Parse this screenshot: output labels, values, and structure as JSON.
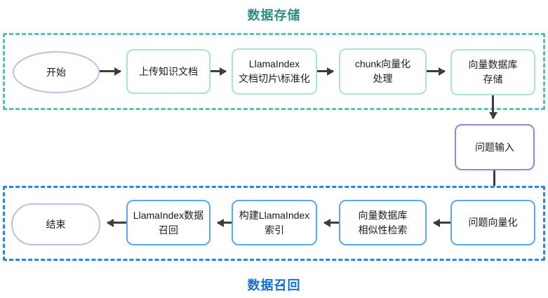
{
  "titles": {
    "storage": "数据存储",
    "recall": "数据召回"
  },
  "colors": {
    "storage_container_border": "#52c4b4",
    "storage_title": "#2e8c80",
    "storage_node_border": "#a9e3d8",
    "recall_container_border": "#1e88f0",
    "recall_title": "#1171d2",
    "recall_node_border": "#57a9f8",
    "terminal_node_border": "#b6c2e1",
    "question_input_border": "#9c80dd",
    "arrow": "#3d3d3d",
    "node_text": "#1b1b1b",
    "background": "#ffffff"
  },
  "storage_flow": {
    "direction": "left-to-right",
    "nodes": [
      {
        "id": "start",
        "shape": "ellipse",
        "label": "开始"
      },
      {
        "id": "upload-docs",
        "shape": "rect",
        "label": "上传知识文档"
      },
      {
        "id": "llamaindex-split",
        "shape": "rect",
        "label": "LlamaIndex\n文档切片\\标准化"
      },
      {
        "id": "chunk-vectorize",
        "shape": "rect",
        "label": "chunk向量化\n处理"
      },
      {
        "id": "vector-db-store",
        "shape": "rect",
        "label": "向量数据库\n存储"
      }
    ]
  },
  "bridge": {
    "question_input": {
      "id": "question-input",
      "shape": "rect",
      "label": "问题输入"
    }
  },
  "recall_flow": {
    "direction": "right-to-left",
    "nodes": [
      {
        "id": "end",
        "shape": "stadium",
        "label": "结束"
      },
      {
        "id": "llamaindex-data-recall",
        "shape": "rect",
        "label": "LlamaIndex数据\n召回"
      },
      {
        "id": "build-llamaindex-index",
        "shape": "rect",
        "label": "构建LlamaIndex\n索引"
      },
      {
        "id": "vector-db-similarity-search",
        "shape": "rect",
        "label": "向量数据库\n相似性检索"
      },
      {
        "id": "question-vectorize",
        "shape": "rect",
        "label": "问题向量化"
      }
    ]
  }
}
